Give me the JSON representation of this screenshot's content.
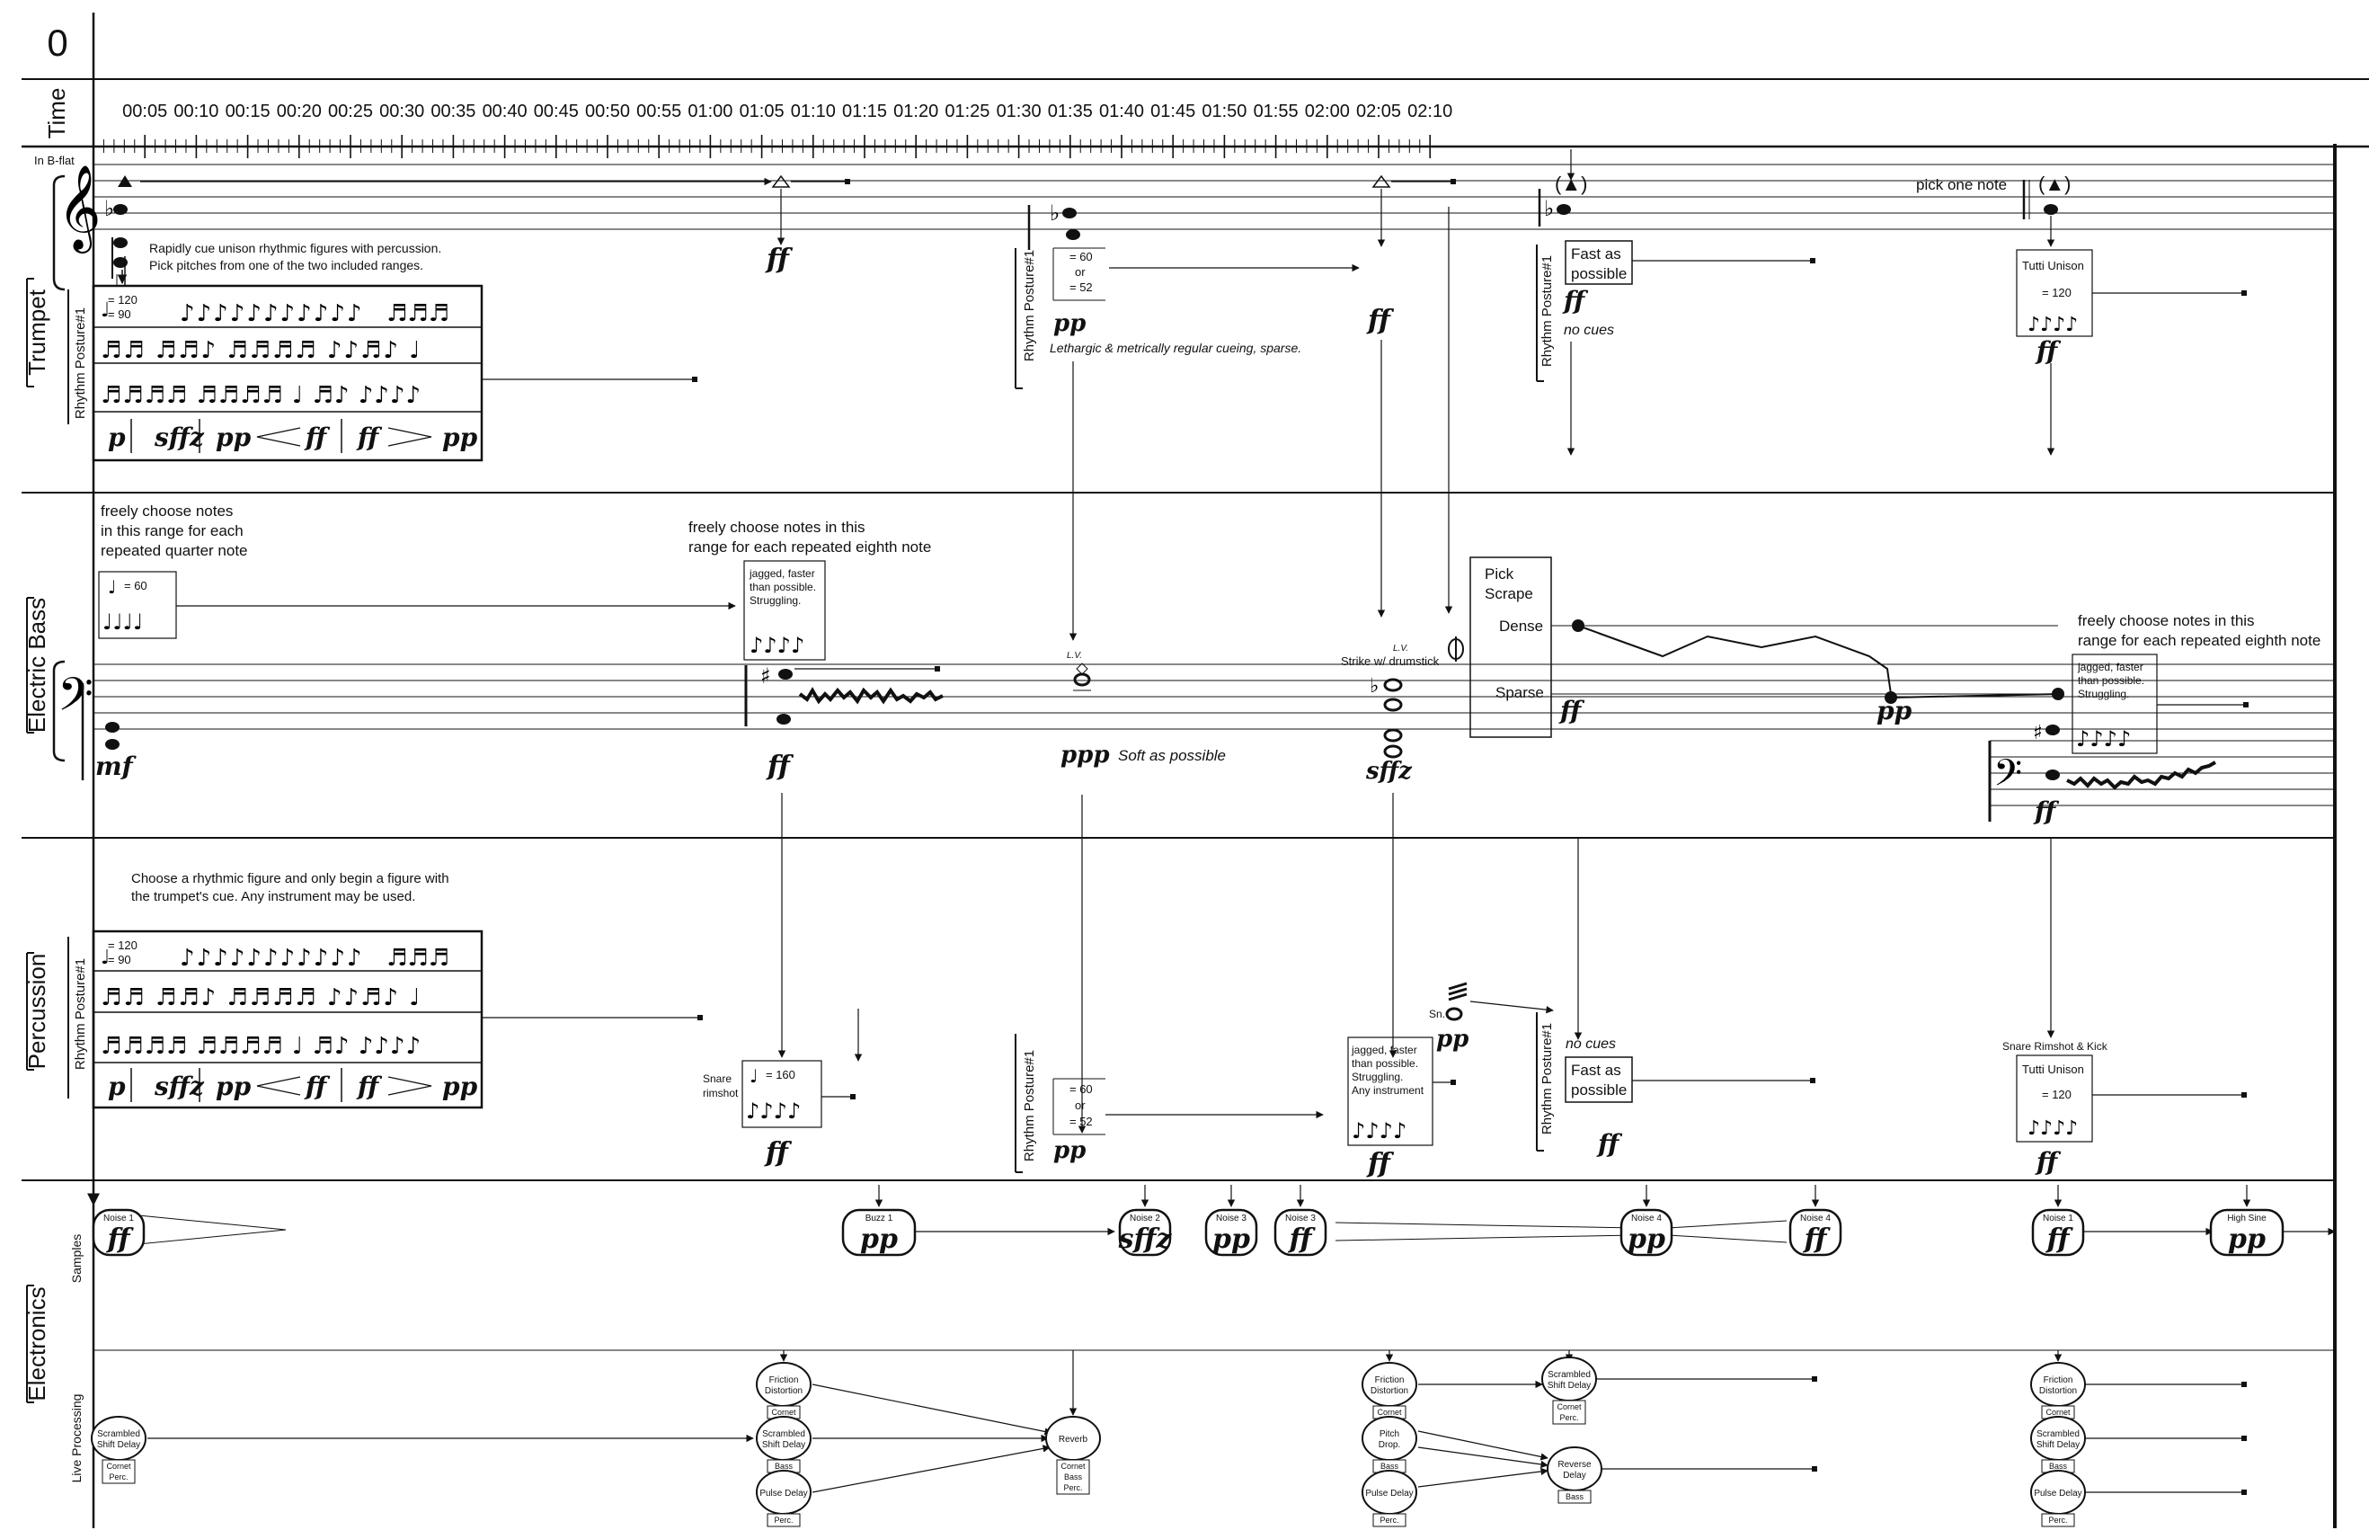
{
  "page": {
    "number": "0",
    "time_label": "Time",
    "transposition": "In B-flat"
  },
  "timeline": [
    "00:05",
    "00:10",
    "00:15",
    "00:20",
    "00:25",
    "00:30",
    "00:35",
    "00:40",
    "00:45",
    "00:50",
    "00:55",
    "01:00",
    "01:05",
    "01:10",
    "01:15",
    "01:20",
    "01:25",
    "01:30",
    "01:35",
    "01:40",
    "01:45",
    "01:50",
    "01:55",
    "02:00",
    "02:05",
    "02:10"
  ],
  "sections": {
    "trumpet": "Trumpet",
    "bass": "Electric Bass",
    "percussion": "Percussion",
    "electronics": "Electronics",
    "samples": "Samples",
    "live": "Live Processing"
  },
  "trumpet": {
    "intro_line1": "Rapidly cue unison rhythmic figures with percussion.",
    "intro_line2": "Pick pitches from one of the two included ranges.",
    "posture_label": "Rhythm Posture#1",
    "tempo_a": "= 120",
    "tempo_b": "= 90",
    "dyn_row": [
      "p",
      "sffz",
      "pp",
      "ff",
      "ff",
      "pp"
    ],
    "ff_040": "ff",
    "posture2_label": "Rhythm Posture#1",
    "tempo2_a": "= 60",
    "tempo2_or": "or",
    "tempo2_b": "= 52",
    "pp_055": "pp",
    "lethargic": "Lethargic & metrically regular cueing, sparse.",
    "ff_115": "ff",
    "posture3_label": "Rhythm Posture#1",
    "paren_125": "(▲)",
    "fast_1": "Fast as",
    "fast_2": "possible",
    "ff_125": "ff",
    "no_cues": "no cues",
    "pick_one": "pick one note",
    "paren_155": "(▲)",
    "tutti": "Tutti Unison",
    "tutti_tempo": "= 120",
    "ff_155": "ff"
  },
  "bass": {
    "free1_l1": "freely choose notes",
    "free1_l2": "in this range for each",
    "free1_l3": "repeated quarter note",
    "tempo1": "= 60",
    "mf": "mf",
    "free2_l1": "freely choose notes in this",
    "free2_l2": "range for each repeated eighth note",
    "jag_l1": "jagged, faster",
    "jag_l2": "than possible.",
    "jag_l3": "Struggling.",
    "ff_040": "ff",
    "lv": "L.V.",
    "ppp": "ppp",
    "soft": "Soft as possible",
    "lv2": "L.V.",
    "strike": "Strike w/ drumstick",
    "sffz": "sffz",
    "pick": "Pick",
    "scrape": "Scrape",
    "dense": "Dense",
    "sparse": "Sparse",
    "ff_125": "ff",
    "pp_145": "pp",
    "free3_l1": "freely choose notes in this",
    "free3_l2": "range for each repeated eighth note",
    "jag3_l1": "jagged, faster",
    "jag3_l2": "than possible.",
    "jag3_l3": "Struggling.",
    "ff_155": "ff"
  },
  "percussion": {
    "intro_line1": "Choose a rhythmic figure and only begin a figure with",
    "intro_line2": "the trumpet's cue. Any instrument may be used.",
    "posture_label": "Rhythm Posture#1",
    "tempo_a": "= 120",
    "tempo_b": "= 90",
    "dyn_row": [
      "p",
      "sffz",
      "pp",
      "ff",
      "ff",
      "pp"
    ],
    "snare_l1": "Snare",
    "snare_l2": "rimshot",
    "snare_tempo": "= 160",
    "ff_040": "ff",
    "posture2_label": "Rhythm Posture#1",
    "tempo2_a": "= 60",
    "tempo2_or": "or",
    "tempo2_b": "= 52",
    "pp_055": "pp",
    "sn": "Sn.",
    "pp_118": "pp",
    "jag_l1": "jagged, faster",
    "jag_l2": "than possible.",
    "jag_l3": "Struggling.",
    "jag_l4": "Any instrument",
    "ff_115": "ff",
    "posture3_label": "Rhythm Posture#1",
    "no_cues": "no cues",
    "fast_1": "Fast as",
    "fast_2": "possible",
    "ff_127": "ff",
    "rimkick": "Snare Rimshot & Kick",
    "tutti": "Tutti Unison",
    "tutti_tempo": "= 120",
    "ff_155": "ff"
  },
  "samples": [
    {
      "name": "Noise 1",
      "dyn": "ff"
    },
    {
      "name": "Buzz 1",
      "dyn": "pp"
    },
    {
      "name": "Noise 2",
      "dyn": "sffz"
    },
    {
      "name": "Noise 3",
      "dyn": "pp"
    },
    {
      "name": "Noise 3",
      "dyn": "ff"
    },
    {
      "name": "Noise 4",
      "dyn": "pp"
    },
    {
      "name": "Noise 4",
      "dyn": "ff"
    },
    {
      "name": "Noise 1",
      "dyn": "ff"
    },
    {
      "name": "High Sine",
      "dyn": "pp"
    }
  ],
  "live": {
    "ssd_a": [
      "Scrambled",
      "Shift Delay"
    ],
    "ssd_a_tag1": "Cornet",
    "ssd_a_tag2": "Perc.",
    "fd_b": [
      "Friction",
      "Distortion"
    ],
    "fd_b_tag": "Cornet",
    "ssd_b": [
      "Scrambled",
      "Shift Delay"
    ],
    "ssd_b_tag": "Bass",
    "pd_b": [
      "Pulse Delay"
    ],
    "pd_b_tag": "Perc.",
    "rev": [
      "Reverb"
    ],
    "rev_tags": [
      "Cornet",
      "Bass",
      "Perc."
    ],
    "fd_c": [
      "Friction",
      "Distortion"
    ],
    "fd_c_tag": "Cornet",
    "ssd_c": [
      "Scrambled",
      "Shift Delay"
    ],
    "ssd_c_tags": [
      "Cornet",
      "Perc."
    ],
    "pitch_c": [
      "Pitch",
      "Drop."
    ],
    "pitch_c_tag": "Bass",
    "rd_c": [
      "Reverse",
      "Delay"
    ],
    "rd_c_tag": "Bass",
    "pd_c": [
      "Pulse Delay"
    ],
    "pd_c_tag": "Perc.",
    "fd_d": [
      "Friction",
      "Distortion"
    ],
    "fd_d_tag": "Cornet",
    "ssd_d": [
      "Scrambled",
      "Shift Delay"
    ],
    "ssd_d_tag": "Bass",
    "pd_d": [
      "Pulse Delay"
    ],
    "pd_d_tag": "Perc."
  }
}
